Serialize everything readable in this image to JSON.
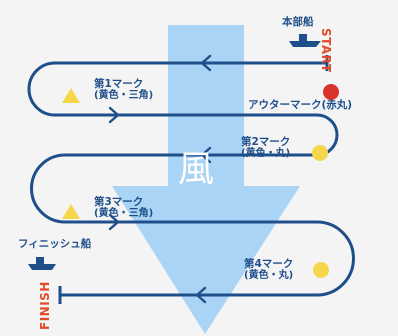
{
  "wind": "風",
  "start": "START",
  "finish": "FINISH",
  "committee_boat": "本部船",
  "finish_boat": "フィニッシュ船",
  "outer_mark": "アウターマーク(赤丸)",
  "marks": [
    {
      "title": "第1マーク",
      "sub": "(黄色・三角)"
    },
    {
      "title": "第2マーク",
      "sub": "(黄色・丸)"
    },
    {
      "title": "第3マーク",
      "sub": "(黄色・三角)"
    },
    {
      "title": "第4マーク",
      "sub": "(黄色・丸)"
    }
  ],
  "colors": {
    "course": "#1f4f8a",
    "wind_arrow": "#a9d4f5",
    "yellow_mark": "#f6d64a",
    "red_mark": "#d9332b",
    "start_finish": "#e34a2c"
  }
}
